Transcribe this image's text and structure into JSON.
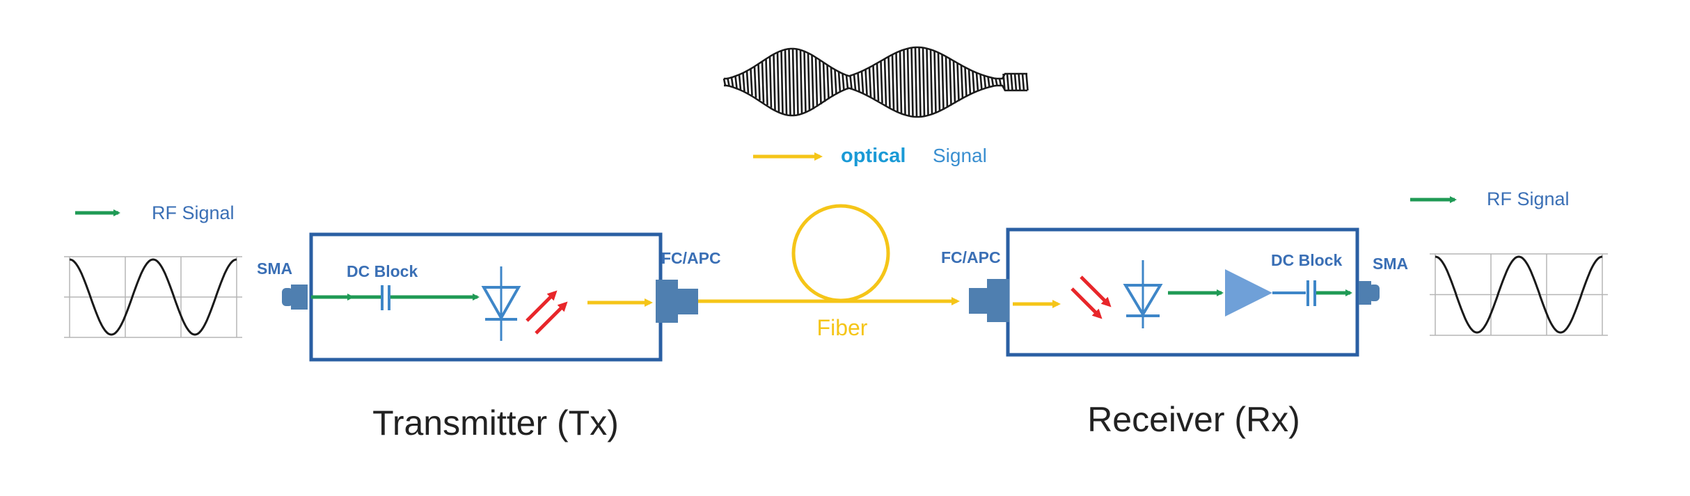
{
  "colors": {
    "box": "#2a5fa3",
    "label_blue": "#3a6fb5",
    "optical_text": "#1a9ad6",
    "optical": "#f5c518",
    "rf": "#1f9a55",
    "laser": "#e8262a",
    "component": "#3e86c8",
    "amplifier": "#6fa0d8",
    "connector": "#4f7fb0",
    "title": "#222222",
    "wave": "#1a1a1a",
    "grid": "#b5b5b5"
  },
  "legend_optical": {
    "label_part1": "optical",
    "label_part2": "Signal",
    "arrow_color": "optical"
  },
  "legend_rf_left": {
    "label": "RF Signal",
    "arrow_color": "rf"
  },
  "legend_rf_right": {
    "label": "RF Signal",
    "arrow_color": "rf"
  },
  "transmitter": {
    "title": "Transmitter (Tx)",
    "input_connector": "SMA",
    "output_connector": "FC/APC",
    "dc_block_label": "DC Block",
    "components": [
      "sma-connector",
      "dc-block-capacitor",
      "laser-diode",
      "fc-apc-connector"
    ]
  },
  "fiber": {
    "label": "Fiber",
    "element": "fiber-coil"
  },
  "receiver": {
    "title": "Receiver (Rx)",
    "input_connector": "FC/APC",
    "output_connector": "SMA",
    "dc_block_label": "DC Block",
    "components": [
      "fc-apc-connector",
      "photodiode",
      "amplifier",
      "dc-block-capacitor",
      "sma-connector"
    ]
  },
  "waveforms": {
    "optical": "amplitude-modulated optical carrier",
    "rf_left": "sine wave",
    "rf_right": "sine wave"
  }
}
